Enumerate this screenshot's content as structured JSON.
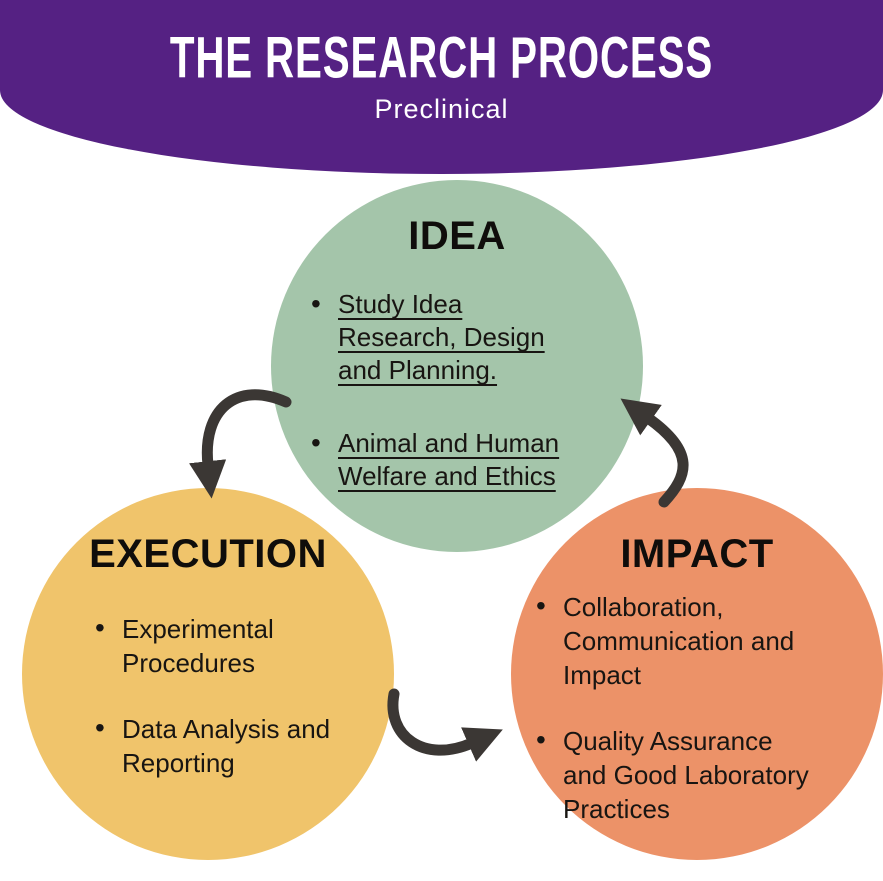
{
  "header": {
    "title": "THE RESEARCH PROCESS",
    "subtitle": "Preclinical"
  },
  "colors": {
    "banner_purple": "#552183",
    "idea_green": "#A4C5AA",
    "execution_yellow": "#F0C46B",
    "impact_orange": "#EC9268",
    "arrow_charcoal": "#3B3734",
    "text_black": "#151310"
  },
  "circles": {
    "idea": {
      "title": "IDEA",
      "bullets": [
        {
          "text": "Study Idea Research, Design and Planning.",
          "lines": "Study Idea\nResearch, Design\nand Planning.",
          "underlined": true
        },
        {
          "text": "Animal and Human Welfare and Ethics",
          "lines": "Animal and Human\nWelfare and Ethics",
          "underlined": true
        }
      ]
    },
    "execution": {
      "title": "EXECUTION",
      "bullets": [
        {
          "text": "Experimental Procedures",
          "lines": "Experimental\nProcedures",
          "underlined": false
        },
        {
          "text": "Data Analysis and Reporting",
          "lines": "Data Analysis and\nReporting",
          "underlined": false
        }
      ]
    },
    "impact": {
      "title": "IMPACT",
      "bullets": [
        {
          "text": "Collaboration, Communication and Impact",
          "lines": "Collaboration,\nCommunication and\nImpact",
          "underlined": false
        },
        {
          "text": "Quality Assurance and Good Laboratory Practices",
          "lines": "Quality Assurance\nand Good Laboratory\nPractices",
          "underlined": false
        }
      ]
    }
  },
  "arrows": [
    {
      "name": "arrow-idea-to-execution"
    },
    {
      "name": "arrow-execution-to-impact"
    },
    {
      "name": "arrow-impact-to-idea"
    }
  ]
}
